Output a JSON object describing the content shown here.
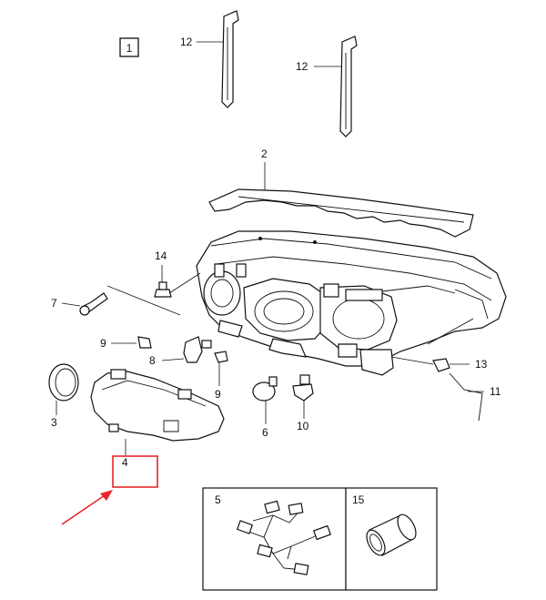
{
  "diagram": {
    "figure_number": "1",
    "highlight_color": "#e8262a",
    "callouts": [
      {
        "id": "c12a",
        "label": "12"
      },
      {
        "id": "c12b",
        "label": "12"
      },
      {
        "id": "c2",
        "label": "2"
      },
      {
        "id": "c14",
        "label": "14"
      },
      {
        "id": "c7",
        "label": "7"
      },
      {
        "id": "c9a",
        "label": "9"
      },
      {
        "id": "c8",
        "label": "8"
      },
      {
        "id": "c9b",
        "label": "9"
      },
      {
        "id": "c3",
        "label": "3"
      },
      {
        "id": "c4",
        "label": "4"
      },
      {
        "id": "c6",
        "label": "6"
      },
      {
        "id": "c10",
        "label": "10"
      },
      {
        "id": "c13",
        "label": "13"
      },
      {
        "id": "c11",
        "label": "11"
      }
    ],
    "inset_boxes": [
      {
        "id": "wiring-harness",
        "label": "5"
      },
      {
        "id": "sleeve",
        "label": "15"
      }
    ]
  }
}
